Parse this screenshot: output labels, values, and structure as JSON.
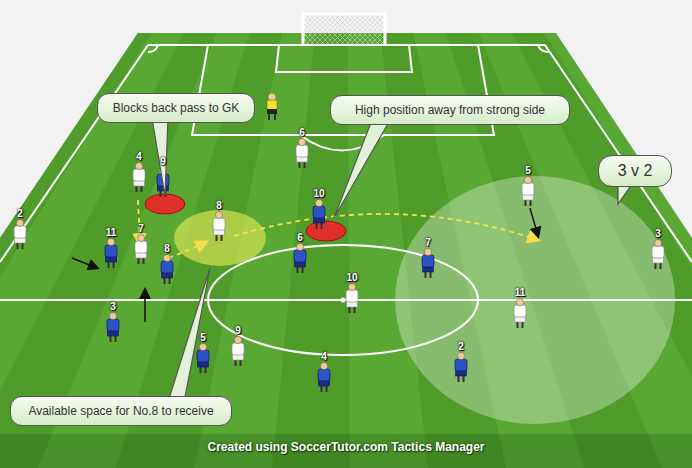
{
  "diagram": {
    "caption": "Created using SoccerTutor.com Tactics Manager",
    "nodes": [
      {
        "text": [
          "Blocks back pass to GK"
        ]
      },
      {
        "text": [
          "High position away from strong side"
        ]
      },
      {
        "text": [
          "3 v 2"
        ]
      },
      {
        "text": [
          "Available space for No.8 to receive"
        ]
      }
    ],
    "labels": [
      "6",
      "4",
      "9",
      "5",
      "10",
      "8",
      "2",
      "7",
      "3",
      "11",
      "6",
      "7",
      "8",
      "10",
      "11",
      "3",
      "9",
      "5",
      "2",
      "4"
    ]
  }
}
